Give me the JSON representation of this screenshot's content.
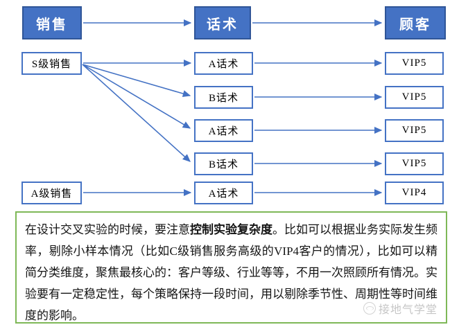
{
  "diagram": {
    "headers": [
      {
        "label": "销售"
      },
      {
        "label": "话术"
      },
      {
        "label": "顾客"
      }
    ],
    "rows": [
      {
        "left": "S级销售",
        "mid": "A话术",
        "right": "VIP5"
      },
      {
        "left": "",
        "mid": "B话术",
        "right": "VIP5"
      },
      {
        "left": "",
        "mid": "A话术",
        "right": "VIP5"
      },
      {
        "left": "",
        "mid": "B话术",
        "right": "VIP5"
      },
      {
        "left": "A级销售",
        "mid": "A话术",
        "right": "VIP4"
      }
    ],
    "connections": [
      "销售→话术",
      "话术→顾客",
      "S级销售→A话术(行1)",
      "S级销售→B话术(行2)",
      "S级销售→A话术(行3)",
      "S级销售→B话术(行4)",
      "A话术(行1)→VIP5",
      "B话术(行2)→VIP5",
      "A话术(行3)→VIP5",
      "B话术(行4)→VIP5",
      "A级销售→A话术(行5)",
      "A话术(行5)→VIP4"
    ],
    "colors": {
      "header_fill": "#4472c4",
      "header_border": "#2f5597",
      "box_border": "#4472c4",
      "arrow": "#4472c4",
      "note_border": "#7eb857"
    }
  },
  "note": {
    "seg1": "在设计交叉实验的时候，要注意",
    "seg2_bold": "控制实验复杂度",
    "seg3": "。比如可以根据业务实际发生频率，剔除小样本情况（比如C级销售服务高级的VIP4客户的情况），比如可以精简分类维度，聚焦最核心的：客户等级、行业等等，不用一次照顾所有情况。实验要有一定稳定性，每个策略保持一段时间，用以剔除季节性、周期性等时间维度的影响。"
  },
  "watermark": {
    "label": "接地气学堂"
  }
}
